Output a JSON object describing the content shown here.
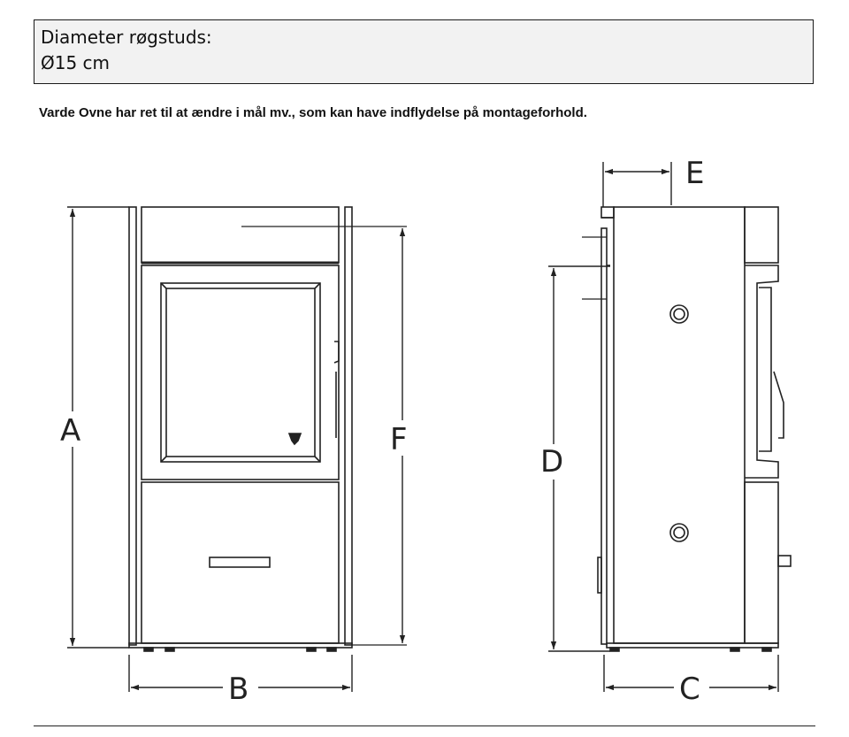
{
  "spec": {
    "label": "Diameter røgstuds:",
    "value": "Ø15 cm"
  },
  "disclaimer": "Varde Ovne har ret til at ændre i mål mv., som kan have indflydelse på montageforhold.",
  "dimension_labels": {
    "A": "A",
    "B": "B",
    "C": "C",
    "D": "D",
    "E": "E",
    "F": "F"
  },
  "colors": {
    "line": "#222222",
    "box_background": "#f2f2f2"
  }
}
